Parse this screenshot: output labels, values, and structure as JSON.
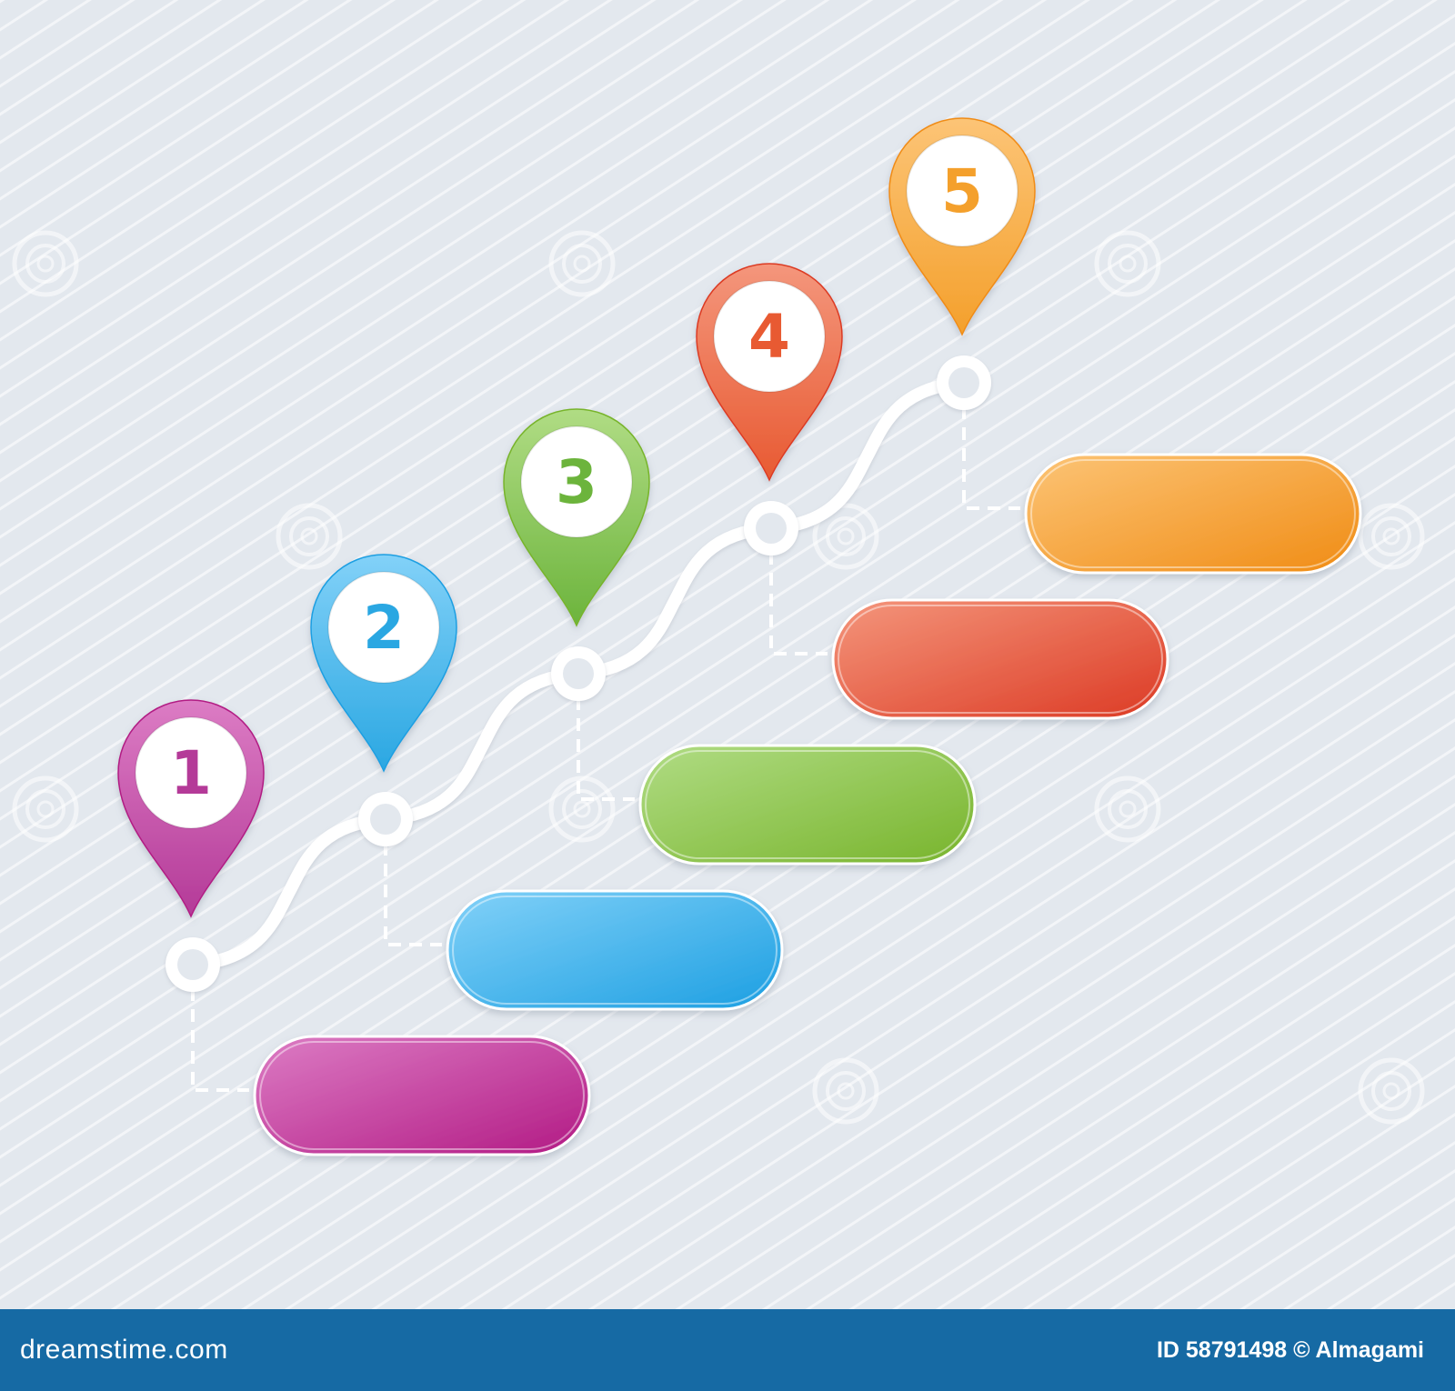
{
  "steps": [
    {
      "number": "1",
      "color": "#b43a98",
      "light": "#dc7cc4",
      "dark": "#b21a84"
    },
    {
      "number": "2",
      "color": "#2aa7e2",
      "light": "#82d1f8",
      "dark": "#1c9fe2"
    },
    {
      "number": "3",
      "color": "#6cb43c",
      "light": "#b0dc84",
      "dark": "#78b42c"
    },
    {
      "number": "4",
      "color": "#e85a32",
      "light": "#f4967c",
      "dark": "#dc3a24"
    },
    {
      "number": "5",
      "color": "#f4a02c",
      "light": "#fcc476",
      "dark": "#f08c14"
    }
  ],
  "background_color": "#e3e8ee",
  "footer": {
    "logo": "dreamstime.com",
    "credit": "ID 58791498 © Almagami",
    "background": "#166aa4"
  }
}
